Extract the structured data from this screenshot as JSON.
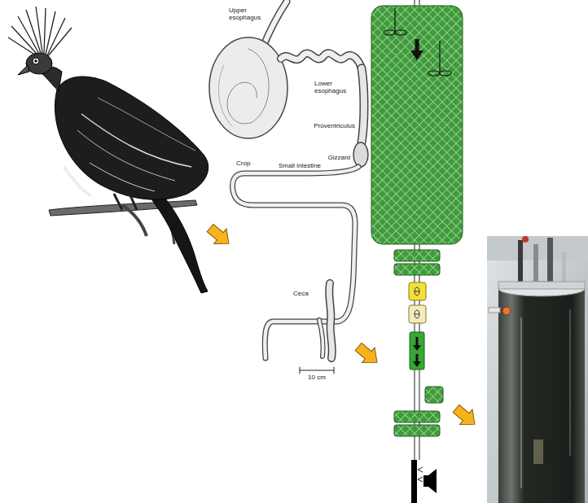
{
  "diagram": {
    "labels": [
      "Upper esophagus",
      "Lower esophagus",
      "Proventriculus",
      "Crop",
      "Gizzard",
      "Small intestine",
      "Ceca",
      "10 cm"
    ]
  }
}
